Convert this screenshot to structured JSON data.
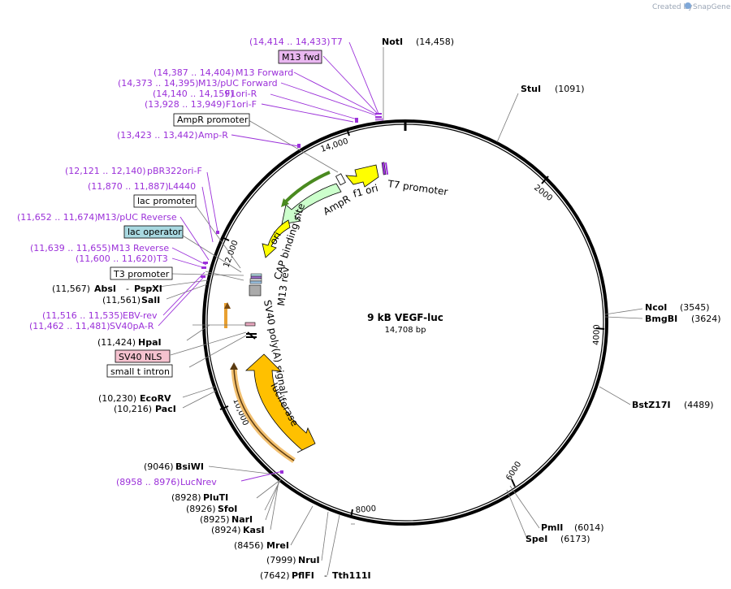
{
  "credit": {
    "text": "Created by",
    "brand": "SnapGene"
  },
  "plasmid": {
    "name": "9 kB VEGF-luc",
    "length": "14,708 bp"
  },
  "ticks": [
    "2000",
    "4000",
    "6000",
    "8000",
    "10,000",
    "12,000",
    "14,000"
  ],
  "sites_right": [
    {
      "name": "NotI",
      "pos": "(14,458)"
    },
    {
      "name": "StuI",
      "pos": "(1091)"
    },
    {
      "name": "NcoI",
      "pos": "(3545)"
    },
    {
      "name": "BmgBI",
      "pos": "(3624)"
    },
    {
      "name": "BstZ17I",
      "pos": "(4489)"
    },
    {
      "name": "PmlI",
      "pos": "(6014)"
    },
    {
      "name": "SpeI",
      "pos": "(6173)"
    }
  ],
  "sites_left": [
    {
      "name": "AbsI",
      "name2": "PspXI",
      "pos": "(11,567)"
    },
    {
      "name": "SalI",
      "pos": "(11,561)"
    },
    {
      "name": "HpaI",
      "pos": "(11,424)"
    },
    {
      "name": "EcoRV",
      "pos": "(10,230)"
    },
    {
      "name": "PacI",
      "pos": "(10,216)"
    },
    {
      "name": "BsiWI",
      "pos": "(9046)"
    },
    {
      "name": "PluTI",
      "pos": "(8928)"
    },
    {
      "name": "SfoI",
      "pos": "(8926)"
    },
    {
      "name": "NarI",
      "pos": "(8925)"
    },
    {
      "name": "KasI",
      "pos": "(8924)"
    },
    {
      "name": "MreI",
      "pos": "(8456)"
    },
    {
      "name": "NruI",
      "pos": "(7999)"
    },
    {
      "name": "PflFI",
      "name2": "Tth111I",
      "pos": "(7642)"
    }
  ],
  "primers": [
    {
      "range": "(14,414 .. 14,433)",
      "name": "T7"
    },
    {
      "range": "(14,387 .. 14,404)",
      "name": "M13 Forward"
    },
    {
      "range": "(14,373 .. 14,395)",
      "name": "M13/pUC Forward"
    },
    {
      "range": "(14,140 .. 14,159)",
      "name": "F1ori-R"
    },
    {
      "range": "(13,928 .. 13,949)",
      "name": "F1ori-F"
    },
    {
      "range": "(13,423 .. 13,442)",
      "name": "Amp-R"
    },
    {
      "range": "(12,121 .. 12,140)",
      "name": "pBR322ori-F"
    },
    {
      "range": "(11,870 .. 11,887)",
      "name": "L4440"
    },
    {
      "range": "(11,652 .. 11,674)",
      "name": "M13/pUC Reverse"
    },
    {
      "range": "(11,639 .. 11,655)",
      "name": "M13 Reverse"
    },
    {
      "range": "(11,600 .. 11,620)",
      "name": "T3"
    },
    {
      "range": "(11,516 .. 11,535)",
      "name": "EBV-rev"
    },
    {
      "range": "(11,462 .. 11,481)",
      "name": "SV40pA-R"
    },
    {
      "range": "(8958 .. 8976)",
      "name": "LucNrev"
    }
  ],
  "boxed_labels": {
    "m13_fwd": "M13 fwd",
    "ampr_promoter": "AmpR promoter",
    "lac_promoter": "lac promoter",
    "lac_operator": "lac operator",
    "t3_promoter": "T3 promoter",
    "sv40_nls": "SV40 NLS",
    "small_t_intron": "small t intron"
  },
  "features": {
    "f1_ori": "f1 ori",
    "t7_promoter": "T7 promoter",
    "ampr": "AmpR",
    "ori": "ori",
    "cap_site": "CAP binding site",
    "m13_rev": "M13 rev",
    "sv40_polya": "SV40 poly(A) signal",
    "luciferase": "luciferase"
  },
  "colors": {
    "backbone": "#000000",
    "primer": "#9b30d9",
    "f1ori": "#ffff00",
    "ampr": "#ccffcc",
    "ori": "#ffff00",
    "luciferase": "#ffc000",
    "lac_operator_box": "#a8d8e0",
    "m13fwd_box": "#e9b7f0",
    "sv40nls_box": "#f5c2cf"
  }
}
